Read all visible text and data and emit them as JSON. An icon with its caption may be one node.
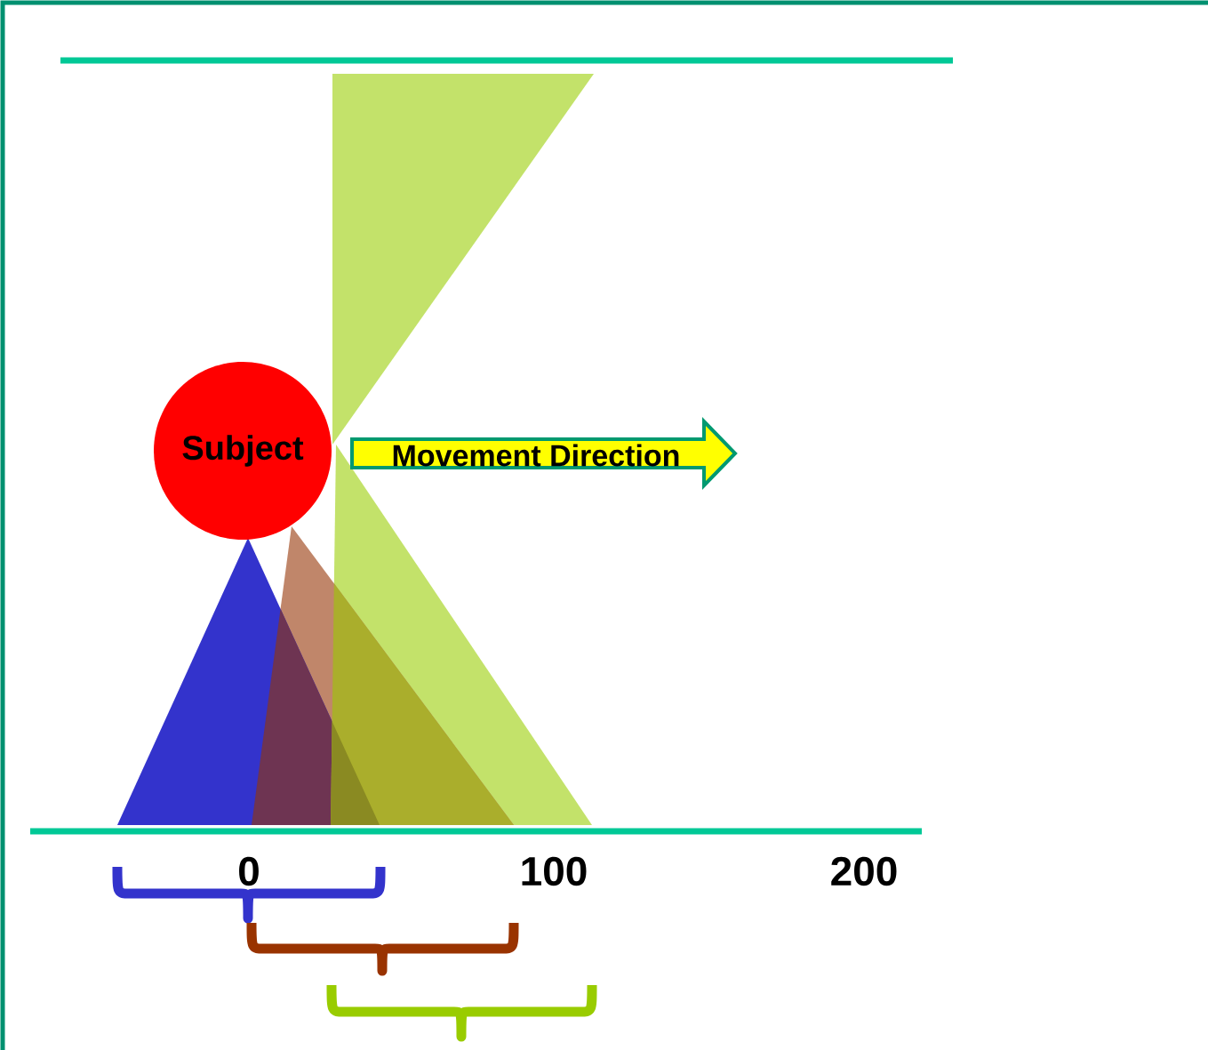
{
  "diagram": {
    "nodes": [
      {
        "text": [
          "Subject"
        ]
      },
      {
        "text": [
          "Movement Direction"
        ]
      }
    ],
    "labels": [
      "0",
      "100",
      "200"
    ]
  }
}
